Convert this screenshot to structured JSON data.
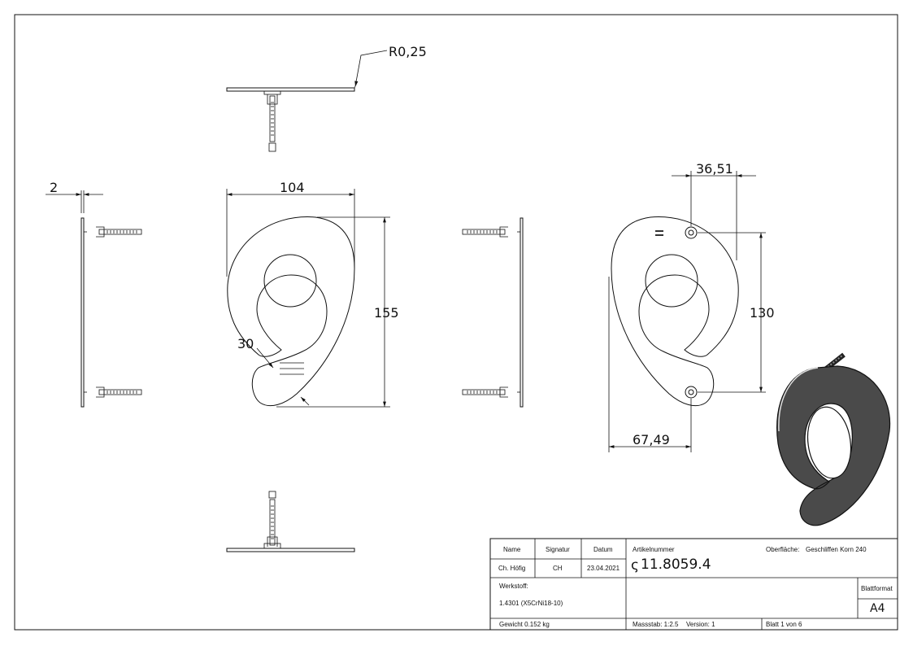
{
  "dimensions": {
    "radius_top": "R0,25",
    "thickness": "2",
    "width": "104",
    "height": "155",
    "tail_radius": "30",
    "hole_offset_x": "36,51",
    "hole_spacing": "130",
    "hole_offset_bottom": "67,49"
  },
  "title_block": {
    "col_name": "Name",
    "col_signature": "Signatur",
    "col_date": "Datum",
    "name": "Ch. Höfig",
    "signature": "CH",
    "date": "23.04.2021",
    "article_label": "Artikelnummer",
    "article_prefix": "ς",
    "article_number": "11.8059.4",
    "surface_label": "Oberfläche:",
    "surface_value": "Geschliffen Korn 240",
    "material_label": "Werkstoff:",
    "material_value": "1.4301 (X5CrNi18-10)",
    "sheet_format_label": "Blattformat",
    "sheet_format": "A4",
    "weight": "Gewicht 0.152 kg",
    "scale": "Massstab: 1:2.5",
    "version": "Version: 1",
    "sheet": "Blatt 1 von 6"
  },
  "colors": {
    "line": "#111111",
    "solid_fill": "#4a4a4a"
  }
}
